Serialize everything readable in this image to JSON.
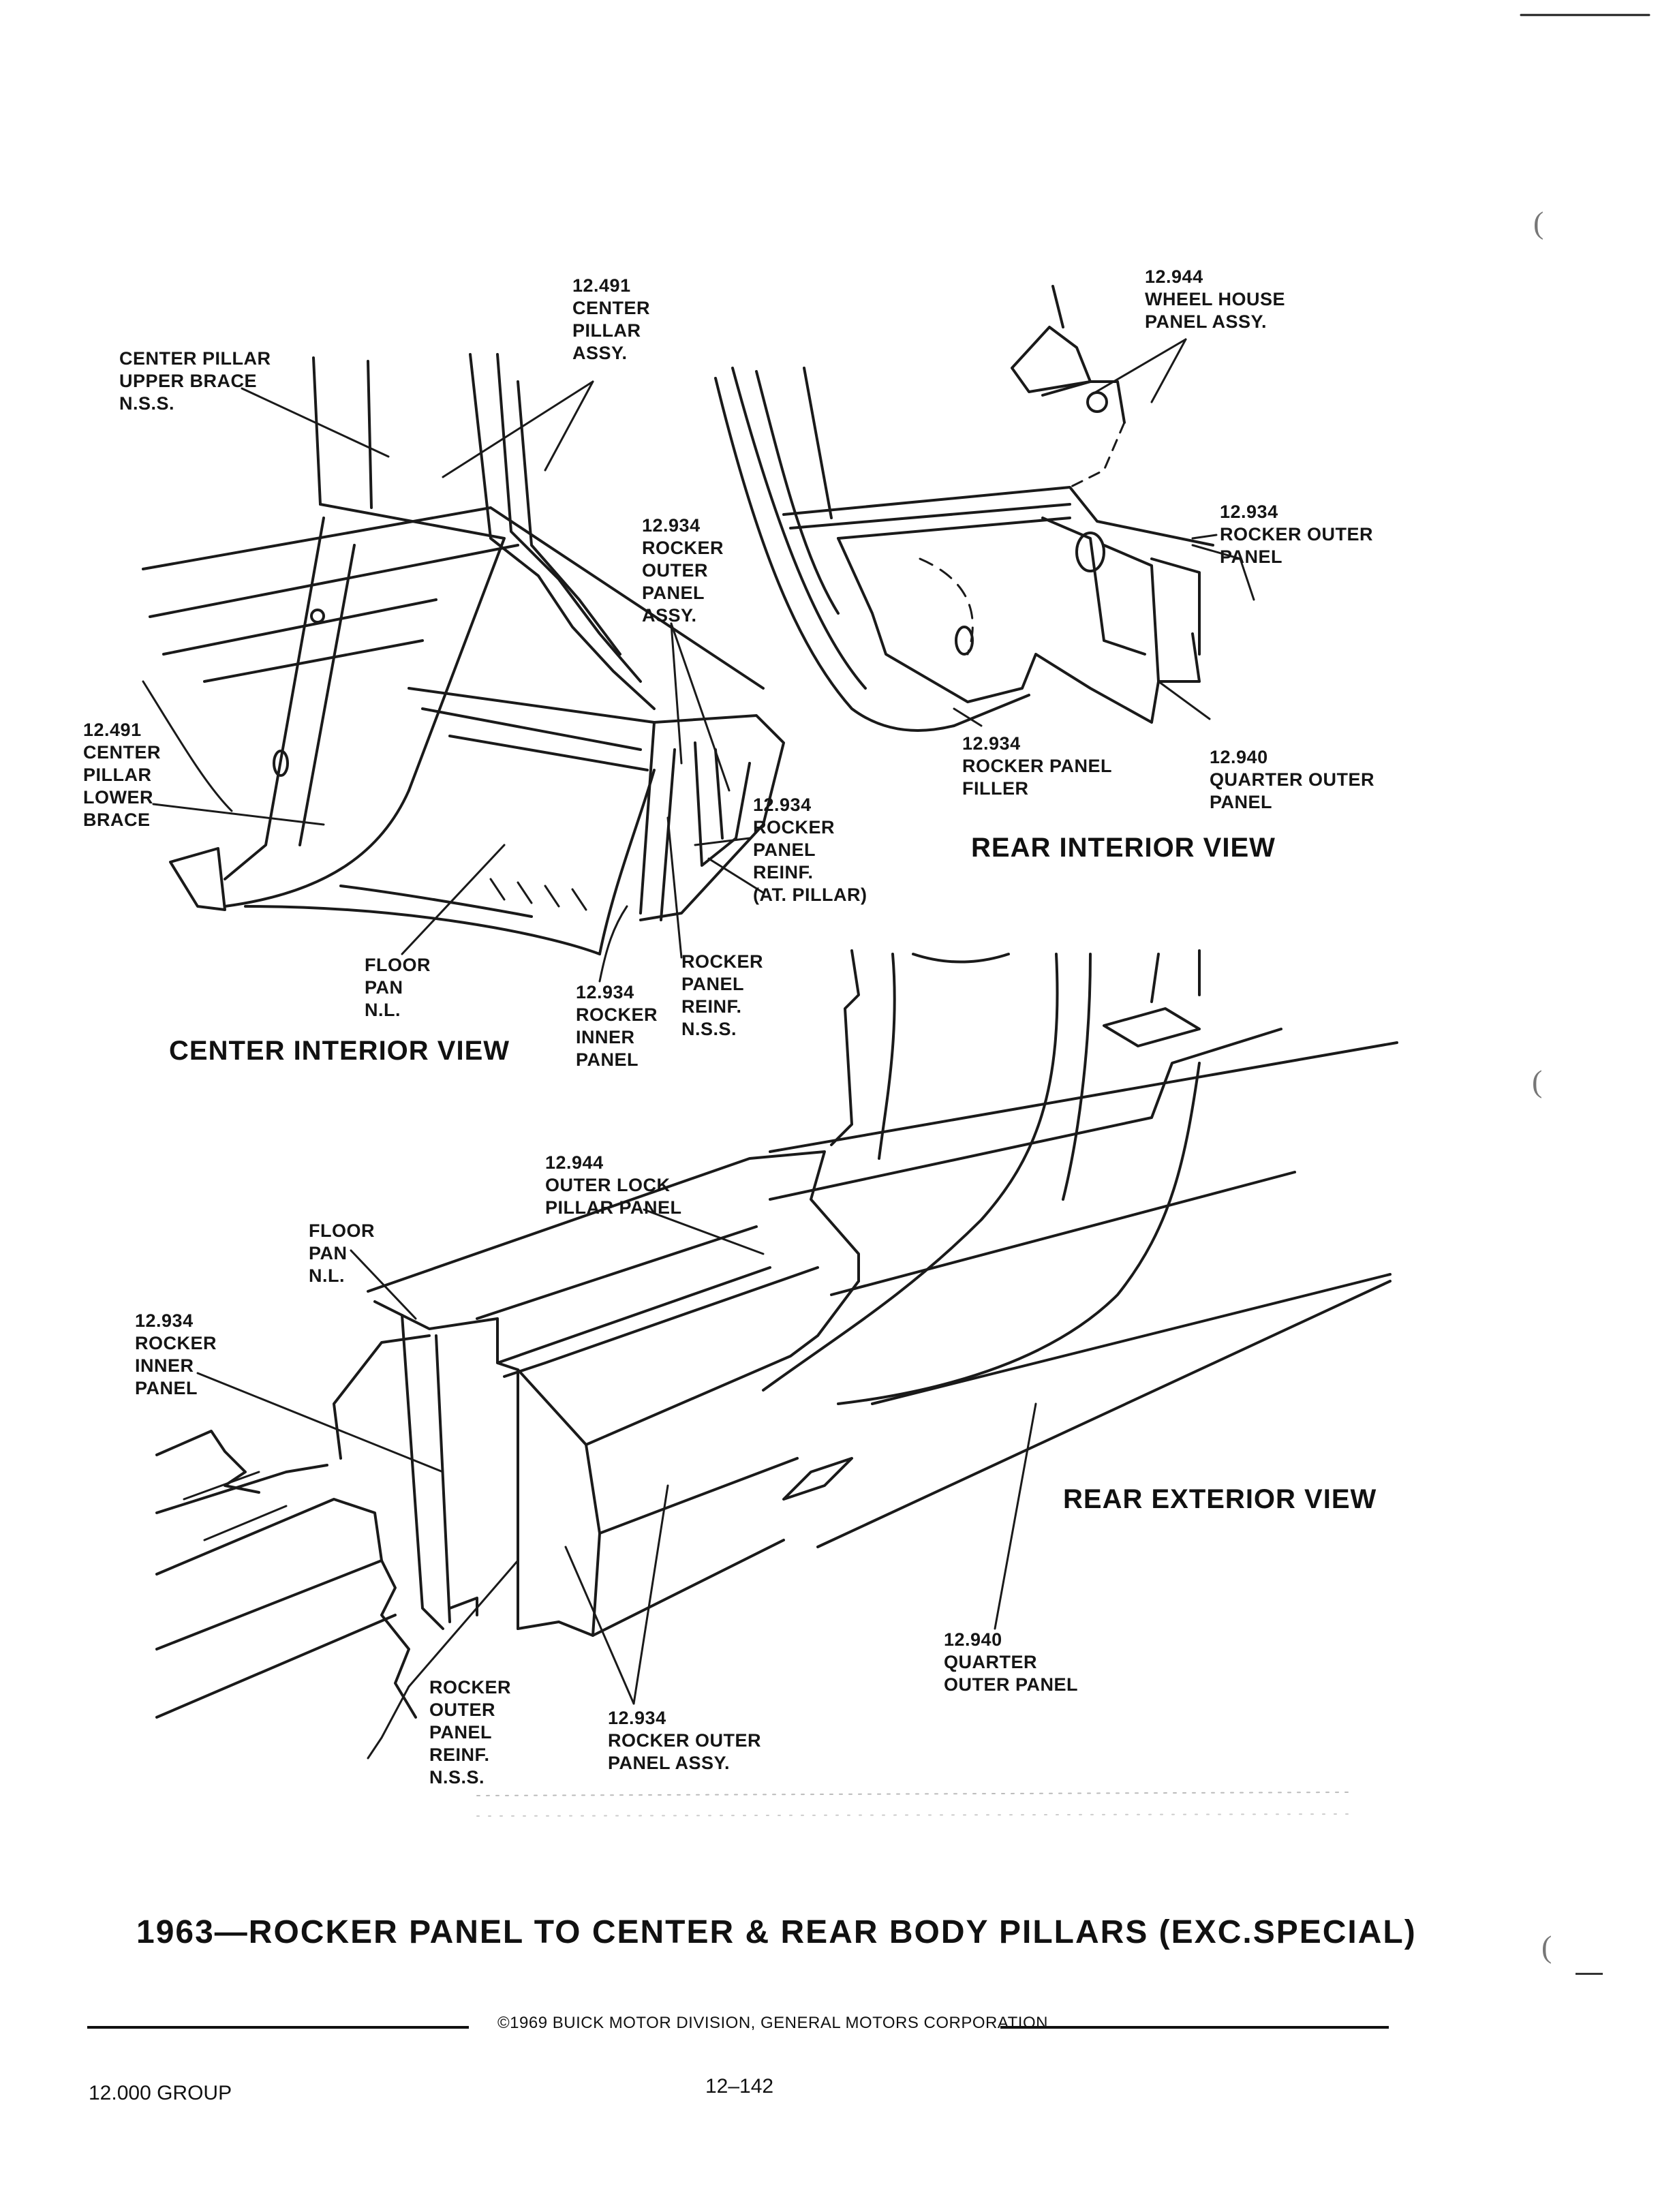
{
  "views": {
    "center_interior": "CENTER INTERIOR VIEW",
    "rear_interior": "REAR INTERIOR VIEW",
    "rear_exterior": "REAR EXTERIOR VIEW"
  },
  "center_interior_labels": {
    "center_pillar_upper_brace": "CENTER PILLAR\nUPPER BRACE\nN.S.S.",
    "center_pillar_assy": "12.491\nCENTER\nPILLAR\nASSY.",
    "rocker_outer_panel_assy": "12.934\nROCKER\nOUTER\nPANEL\nASSY.",
    "center_pillar_lower_brace": "12.491\nCENTER\nPILLAR\nLOWER\nBRACE",
    "rocker_panel_reinf_at_pillar": "12.934\nROCKER\nPANEL\nREINF.\n(AT. PILLAR)",
    "floor_pan": "FLOOR\nPAN\nN.L.",
    "rocker_inner_panel": "12.934\nROCKER\nINNER\nPANEL",
    "rocker_panel_reinf_nss": "ROCKER\nPANEL\nREINF.\nN.S.S."
  },
  "rear_interior_labels": {
    "wheel_house_panel_assy": "12.944\nWHEEL HOUSE\nPANEL ASSY.",
    "rocker_outer_panel": "12.934\nROCKER OUTER\nPANEL",
    "rocker_panel_filler": "12.934\nROCKER PANEL\nFILLER",
    "quarter_outer_panel": "12.940\nQUARTER OUTER\nPANEL"
  },
  "rear_exterior_labels": {
    "outer_lock_pillar_panel": "12.944\nOUTER LOCK\nPILLAR PANEL",
    "floor_pan": "FLOOR\nPAN\nN.L.",
    "rocker_inner_panel": "12.934\nROCKER\nINNER\nPANEL",
    "quarter_outer_panel": "12.940\nQUARTER\nOUTER PANEL",
    "rocker_outer_panel_reinf": "ROCKER\nOUTER\nPANEL\nREINF.\nN.S.S.",
    "rocker_outer_panel_assy": "12.934\nROCKER OUTER\nPANEL ASSY."
  },
  "title": "1963—ROCKER PANEL TO CENTER & REAR BODY PILLARS (EXC.SPECIAL)",
  "copyright": "©1969 BUICK MOTOR DIVISION, GENERAL MOTORS CORPORATION",
  "group": "12.000 GROUP",
  "page_number": "12–142"
}
